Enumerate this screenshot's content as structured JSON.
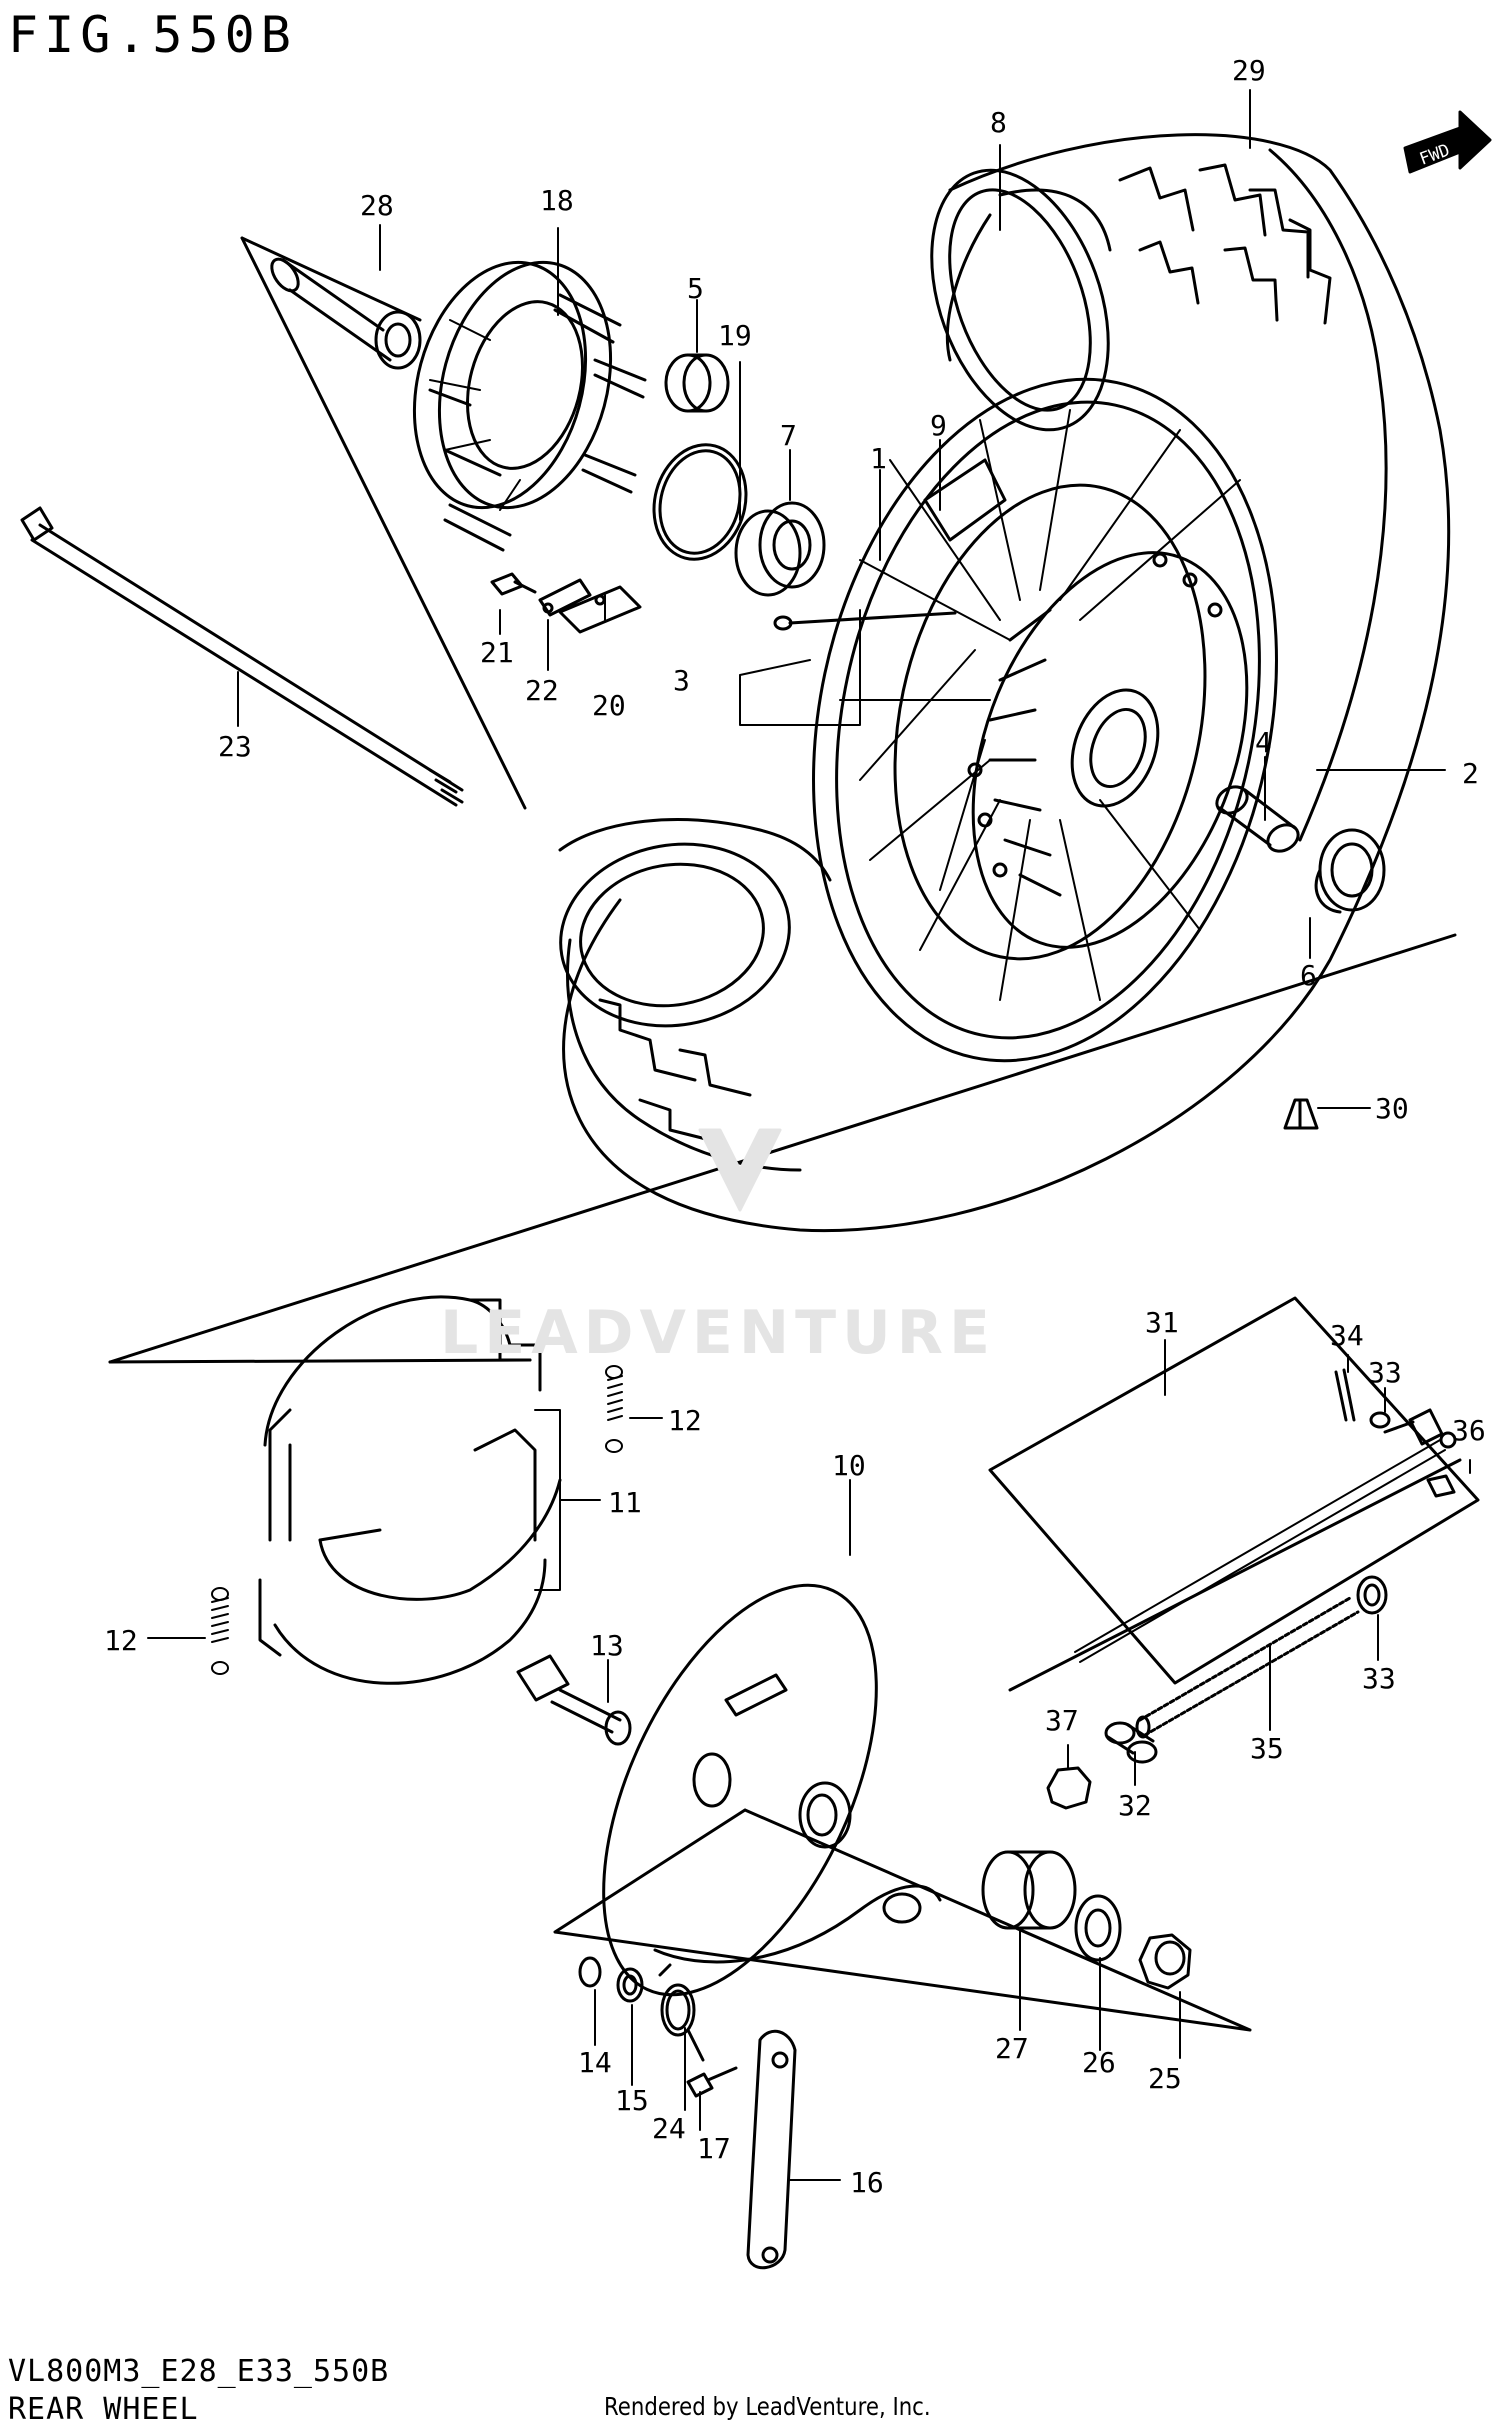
{
  "figure": {
    "title": "FIG.550B",
    "model_code": "VL800M3_E28_E33_550B",
    "caption": "REAR WHEEL",
    "rendered_by": "Rendered by LeadVenture, Inc.",
    "watermark": "LEADVENTURE",
    "fwd_label": "FWD"
  },
  "callouts": [
    "1",
    "2",
    "3",
    "4",
    "5",
    "6",
    "7",
    "8",
    "9",
    "10",
    "11",
    "12",
    "12",
    "13",
    "14",
    "15",
    "16",
    "17",
    "18",
    "19",
    "20",
    "21",
    "22",
    "23",
    "24",
    "25",
    "26",
    "27",
    "28",
    "29",
    "30",
    "31",
    "32",
    "33",
    "33",
    "34",
    "35",
    "36",
    "37"
  ],
  "colors": {
    "ink": "#000000",
    "paper": "#ffffff",
    "watermark": "#e4e4e4"
  }
}
